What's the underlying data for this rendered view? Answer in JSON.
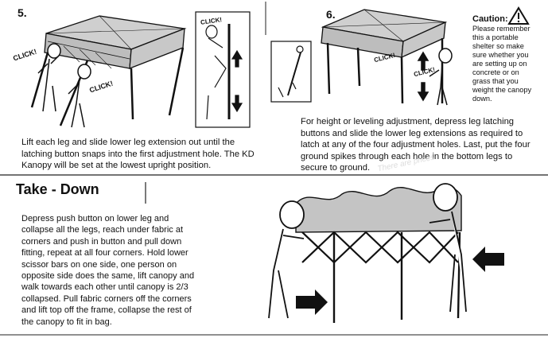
{
  "step5": {
    "number": "5.",
    "click_1": "CLICK!",
    "click_2": "CLICK!",
    "click_3": "CLICK!",
    "instructions": [
      "Lift each leg and slide lower leg extension out until the",
      "latching button snaps into the first adjustment hole. The KD",
      "Kanopy will be set at the lowest upright position."
    ]
  },
  "step6": {
    "number": "6.",
    "click_1": "CLICK!",
    "click_2": "CLICK!",
    "instructions": [
      "For height or leveling adjustment, depress leg latching",
      "buttons and slide the lower leg extensions as required to",
      "latch at any of the four adjustment holes. Last, put the four",
      "ground spikes through each hole in the bottom legs to",
      "secure to ground."
    ]
  },
  "caution": {
    "title": "Caution:",
    "lines": [
      "Please remember",
      "this a portable",
      "shelter so make",
      "sure whether you",
      "are setting up on",
      "concrete or on",
      "grass that you",
      "weight the canopy",
      "down."
    ]
  },
  "takedown": {
    "title": "Take - Down",
    "instructions": [
      "Depress push button on lower leg and",
      "collapse all the legs, reach under fabric at",
      "corners and push in button and pull down",
      "fitting, repeat at all four corners. Hold lower",
      "scissor bars on one side, one person on",
      "opposite side does the same, lift canopy and",
      "walk towards each other until canopy is 2/3",
      "collapsed. Pull fabric corners off the corners",
      "and lift top off the frame, collapse the rest of",
      "the canopy to fit in bag."
    ]
  },
  "watermark": "There are prices"
}
